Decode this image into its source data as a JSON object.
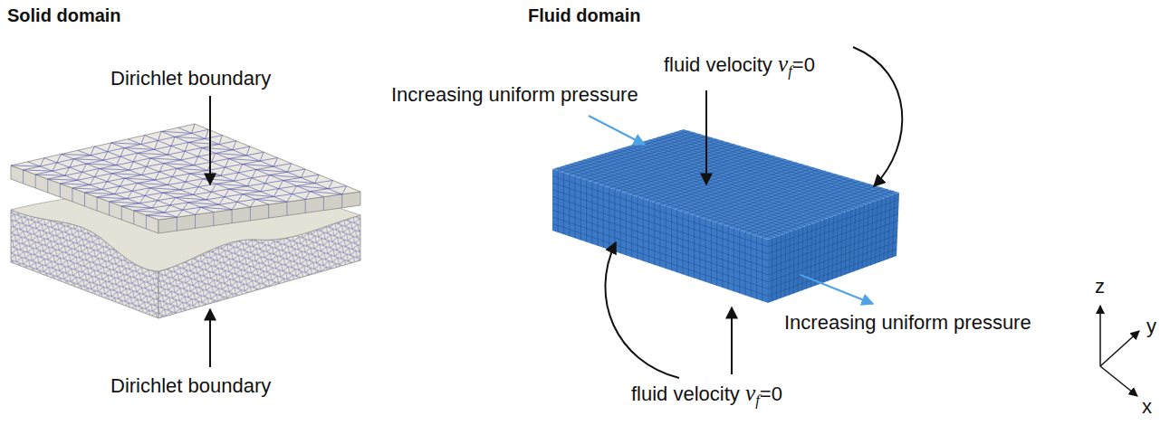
{
  "diagram": {
    "labels": [
      "Solid domain",
      "Dirichlet boundary",
      "Dirichlet boundary",
      "Fluid domain",
      "fluid velocity vf=0",
      "Increasing uniform pressure",
      "Increasing uniform pressure",
      "fluid velocity vf=0",
      "z",
      "y",
      "x"
    ]
  }
}
